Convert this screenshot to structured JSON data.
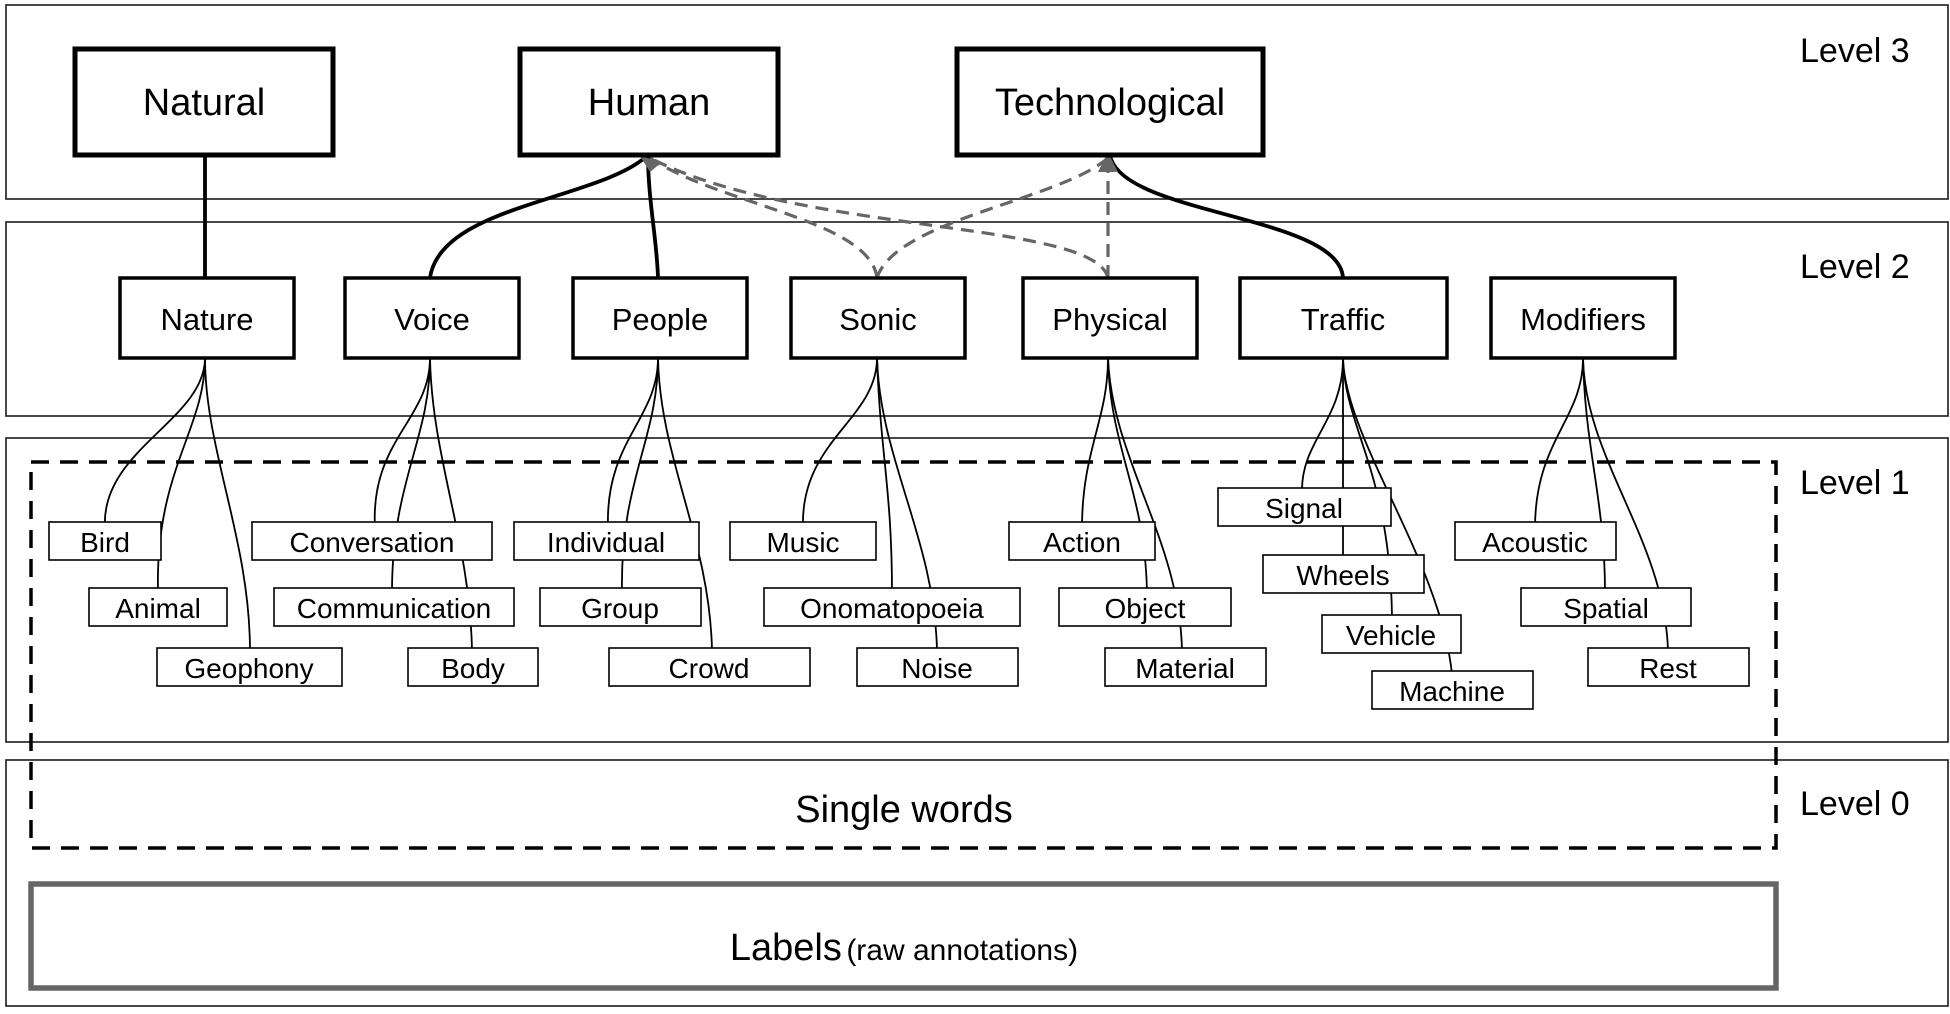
{
  "levels": {
    "level3": "Level 3",
    "level2": "Level 2",
    "level1": "Level 1",
    "level0": "Level 0"
  },
  "level3_nodes": {
    "natural": "Natural",
    "human": "Human",
    "technological": "Technological"
  },
  "level2_nodes": {
    "nature": "Nature",
    "voice": "Voice",
    "people": "People",
    "sonic": "Sonic",
    "physical": "Physical",
    "traffic": "Traffic",
    "modifiers": "Modifiers"
  },
  "level1_nodes": {
    "bird": "Bird",
    "animal": "Animal",
    "geophony": "Geophony",
    "conversation": "Conversation",
    "communication": "Communication",
    "body": "Body",
    "individual": "Individual",
    "group": "Group",
    "crowd": "Crowd",
    "music": "Music",
    "onomatopoeia": "Onomatopoeia",
    "noise": "Noise",
    "action": "Action",
    "object": "Object",
    "material": "Material",
    "signal": "Signal",
    "wheels": "Wheels",
    "vehicle": "Vehicle",
    "machine": "Machine",
    "acoustic": "Acoustic",
    "spatial": "Spatial",
    "rest": "Rest"
  },
  "level0": {
    "single_words": "Single words",
    "labels": "Labels",
    "labels_note": "(raw annotations)"
  }
}
